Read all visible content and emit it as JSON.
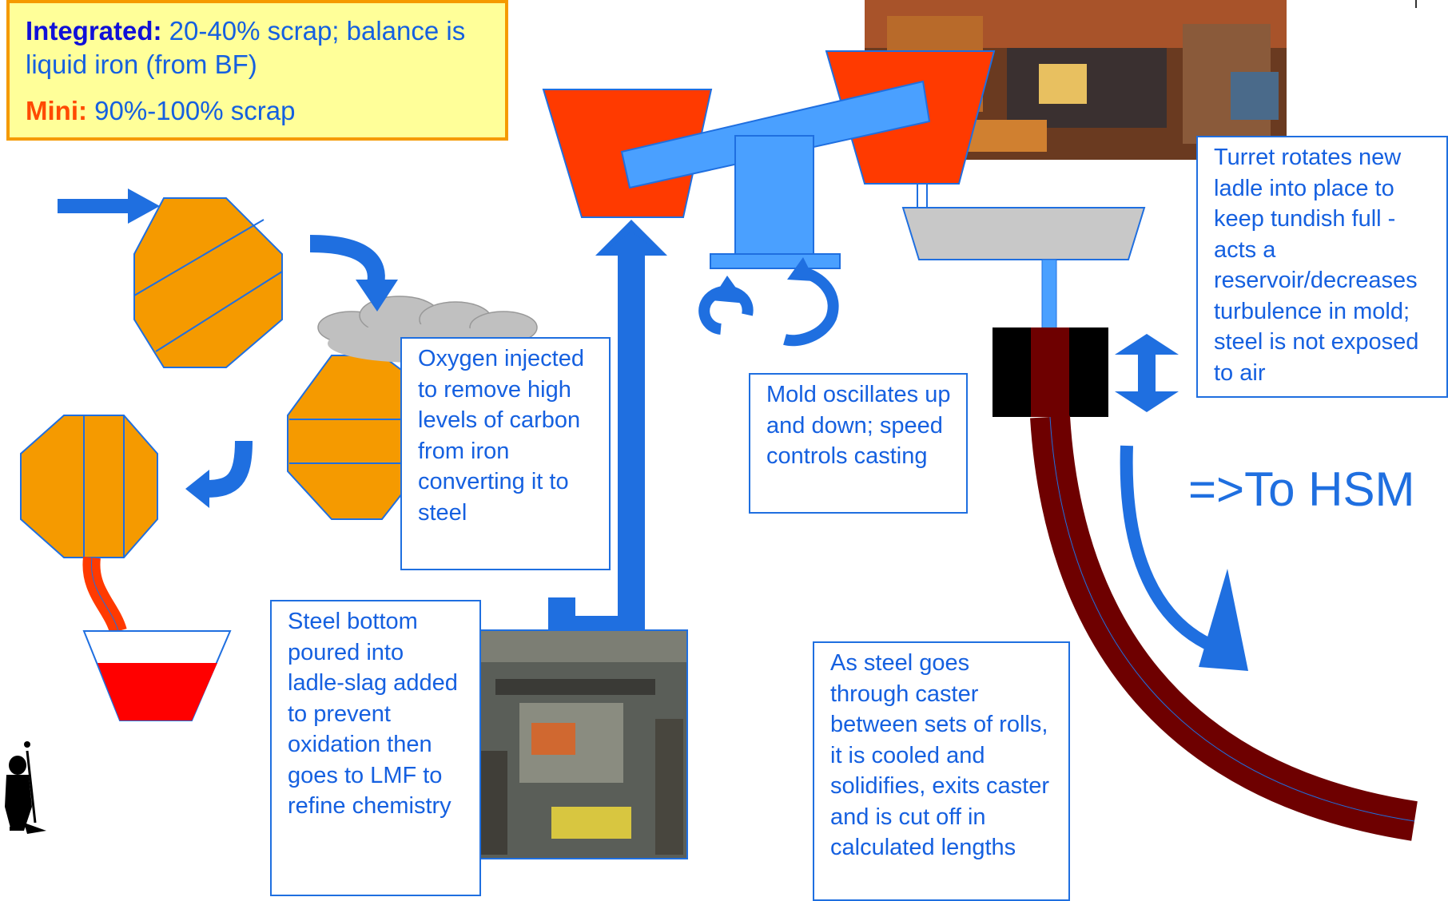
{
  "scrap_box": {
    "integrated_label": "Integrated:",
    "integrated_text": " 20-40% scrap; balance is liquid iron (from BF)",
    "mini_label": "Mini:",
    "mini_text": " 90%-100% scrap"
  },
  "callouts": {
    "oxygen": "Oxygen injected to remove high levels of carbon from iron converting it to steel",
    "ladle": "Steel bottom poured into ladle-slag added to prevent oxidation then goes to LMF to refine chemistry",
    "mold": "Mold oscillates up and down; speed controls casting",
    "turret": "Turret rotates new ladle into place to keep tundish full - acts a reservoir/decreases turbulence in mold; steel is not exposed to air",
    "caster": "As steel goes through caster between sets of rolls, it is cooled and solidifies, exits caster and is cut off in calculated lengths"
  },
  "hsm_label": "=>To HSM",
  "colors": {
    "arrow_blue": "#1f6fe0",
    "converter_orange": "#f59a00",
    "ladle_red": "#ff3a00",
    "turret_blue": "#4aa0ff",
    "steel_maroon": "#6e0000",
    "tundish_gray": "#c8c8c8",
    "highlight_yellow": "#ffff99"
  },
  "icons": [
    "worker-silhouette-icon",
    "oscillation-arrows-icon",
    "double-arrow-icon"
  ]
}
